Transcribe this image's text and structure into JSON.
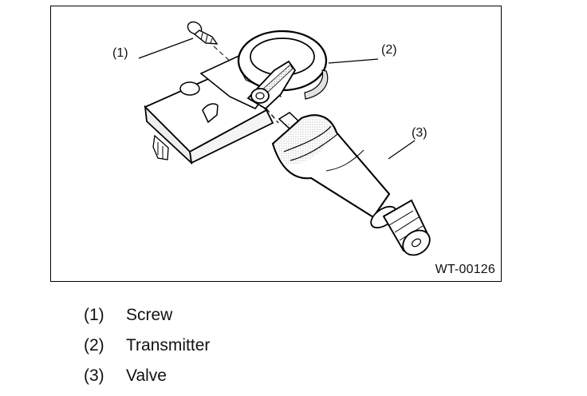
{
  "figure": {
    "code": "WT-00126",
    "callouts": [
      {
        "number": "(1)",
        "part": "screw"
      },
      {
        "number": "(2)",
        "part": "transmitter"
      },
      {
        "number": "(3)",
        "part": "valve"
      }
    ]
  },
  "legend": [
    {
      "number": "(1)",
      "label": "Screw"
    },
    {
      "number": "(2)",
      "label": "Transmitter"
    },
    {
      "number": "(3)",
      "label": "Valve"
    }
  ]
}
